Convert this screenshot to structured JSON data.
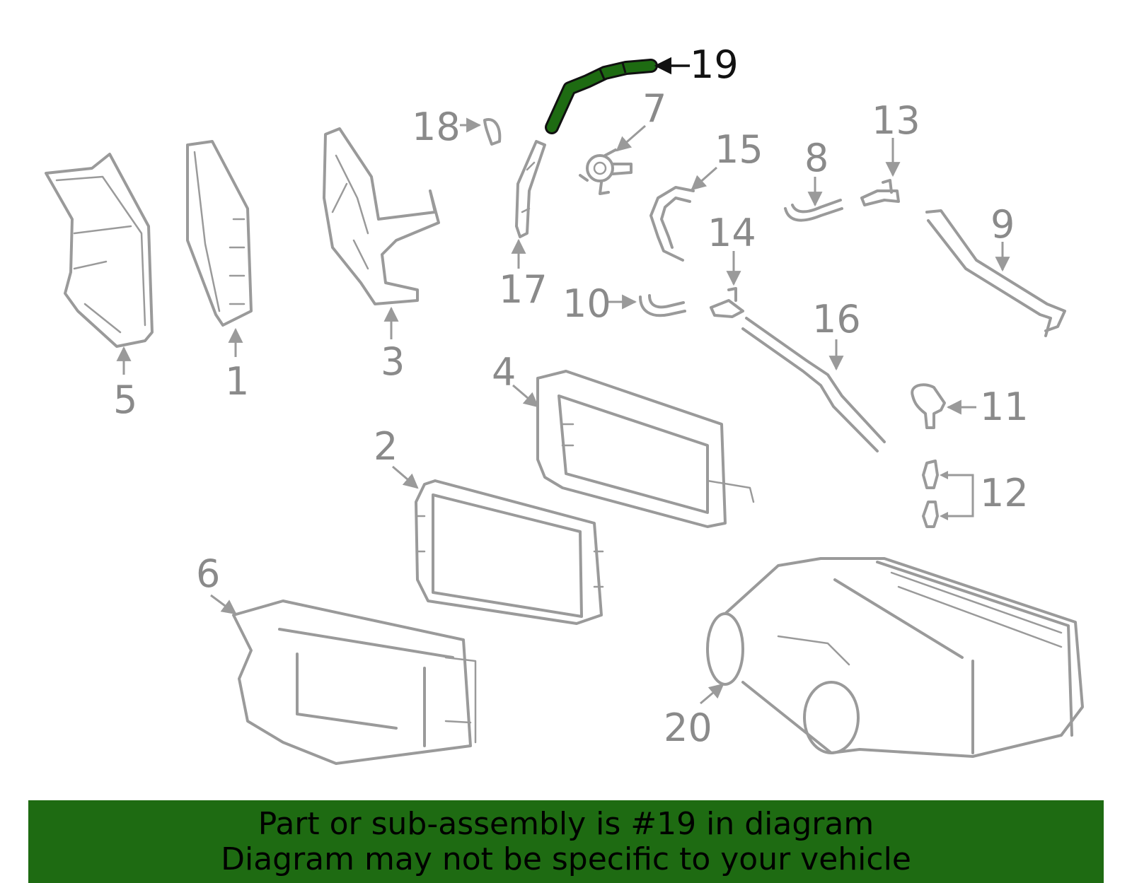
{
  "diagram": {
    "highlight_color": "#1e6b12",
    "highlighted_part": "19",
    "callouts": {
      "c1": "1",
      "c2": "2",
      "c3": "3",
      "c4": "4",
      "c5": "5",
      "c6": "6",
      "c7": "7",
      "c8": "8",
      "c9": "9",
      "c10": "10",
      "c11": "11",
      "c12": "12",
      "c13": "13",
      "c14": "14",
      "c15": "15",
      "c16": "16",
      "c17": "17",
      "c18": "18",
      "c19": "19",
      "c20": "20"
    }
  },
  "banner": {
    "line1": "Part or sub-assembly is #19 in diagram",
    "line2": "Diagram may not be specific to your vehicle"
  }
}
